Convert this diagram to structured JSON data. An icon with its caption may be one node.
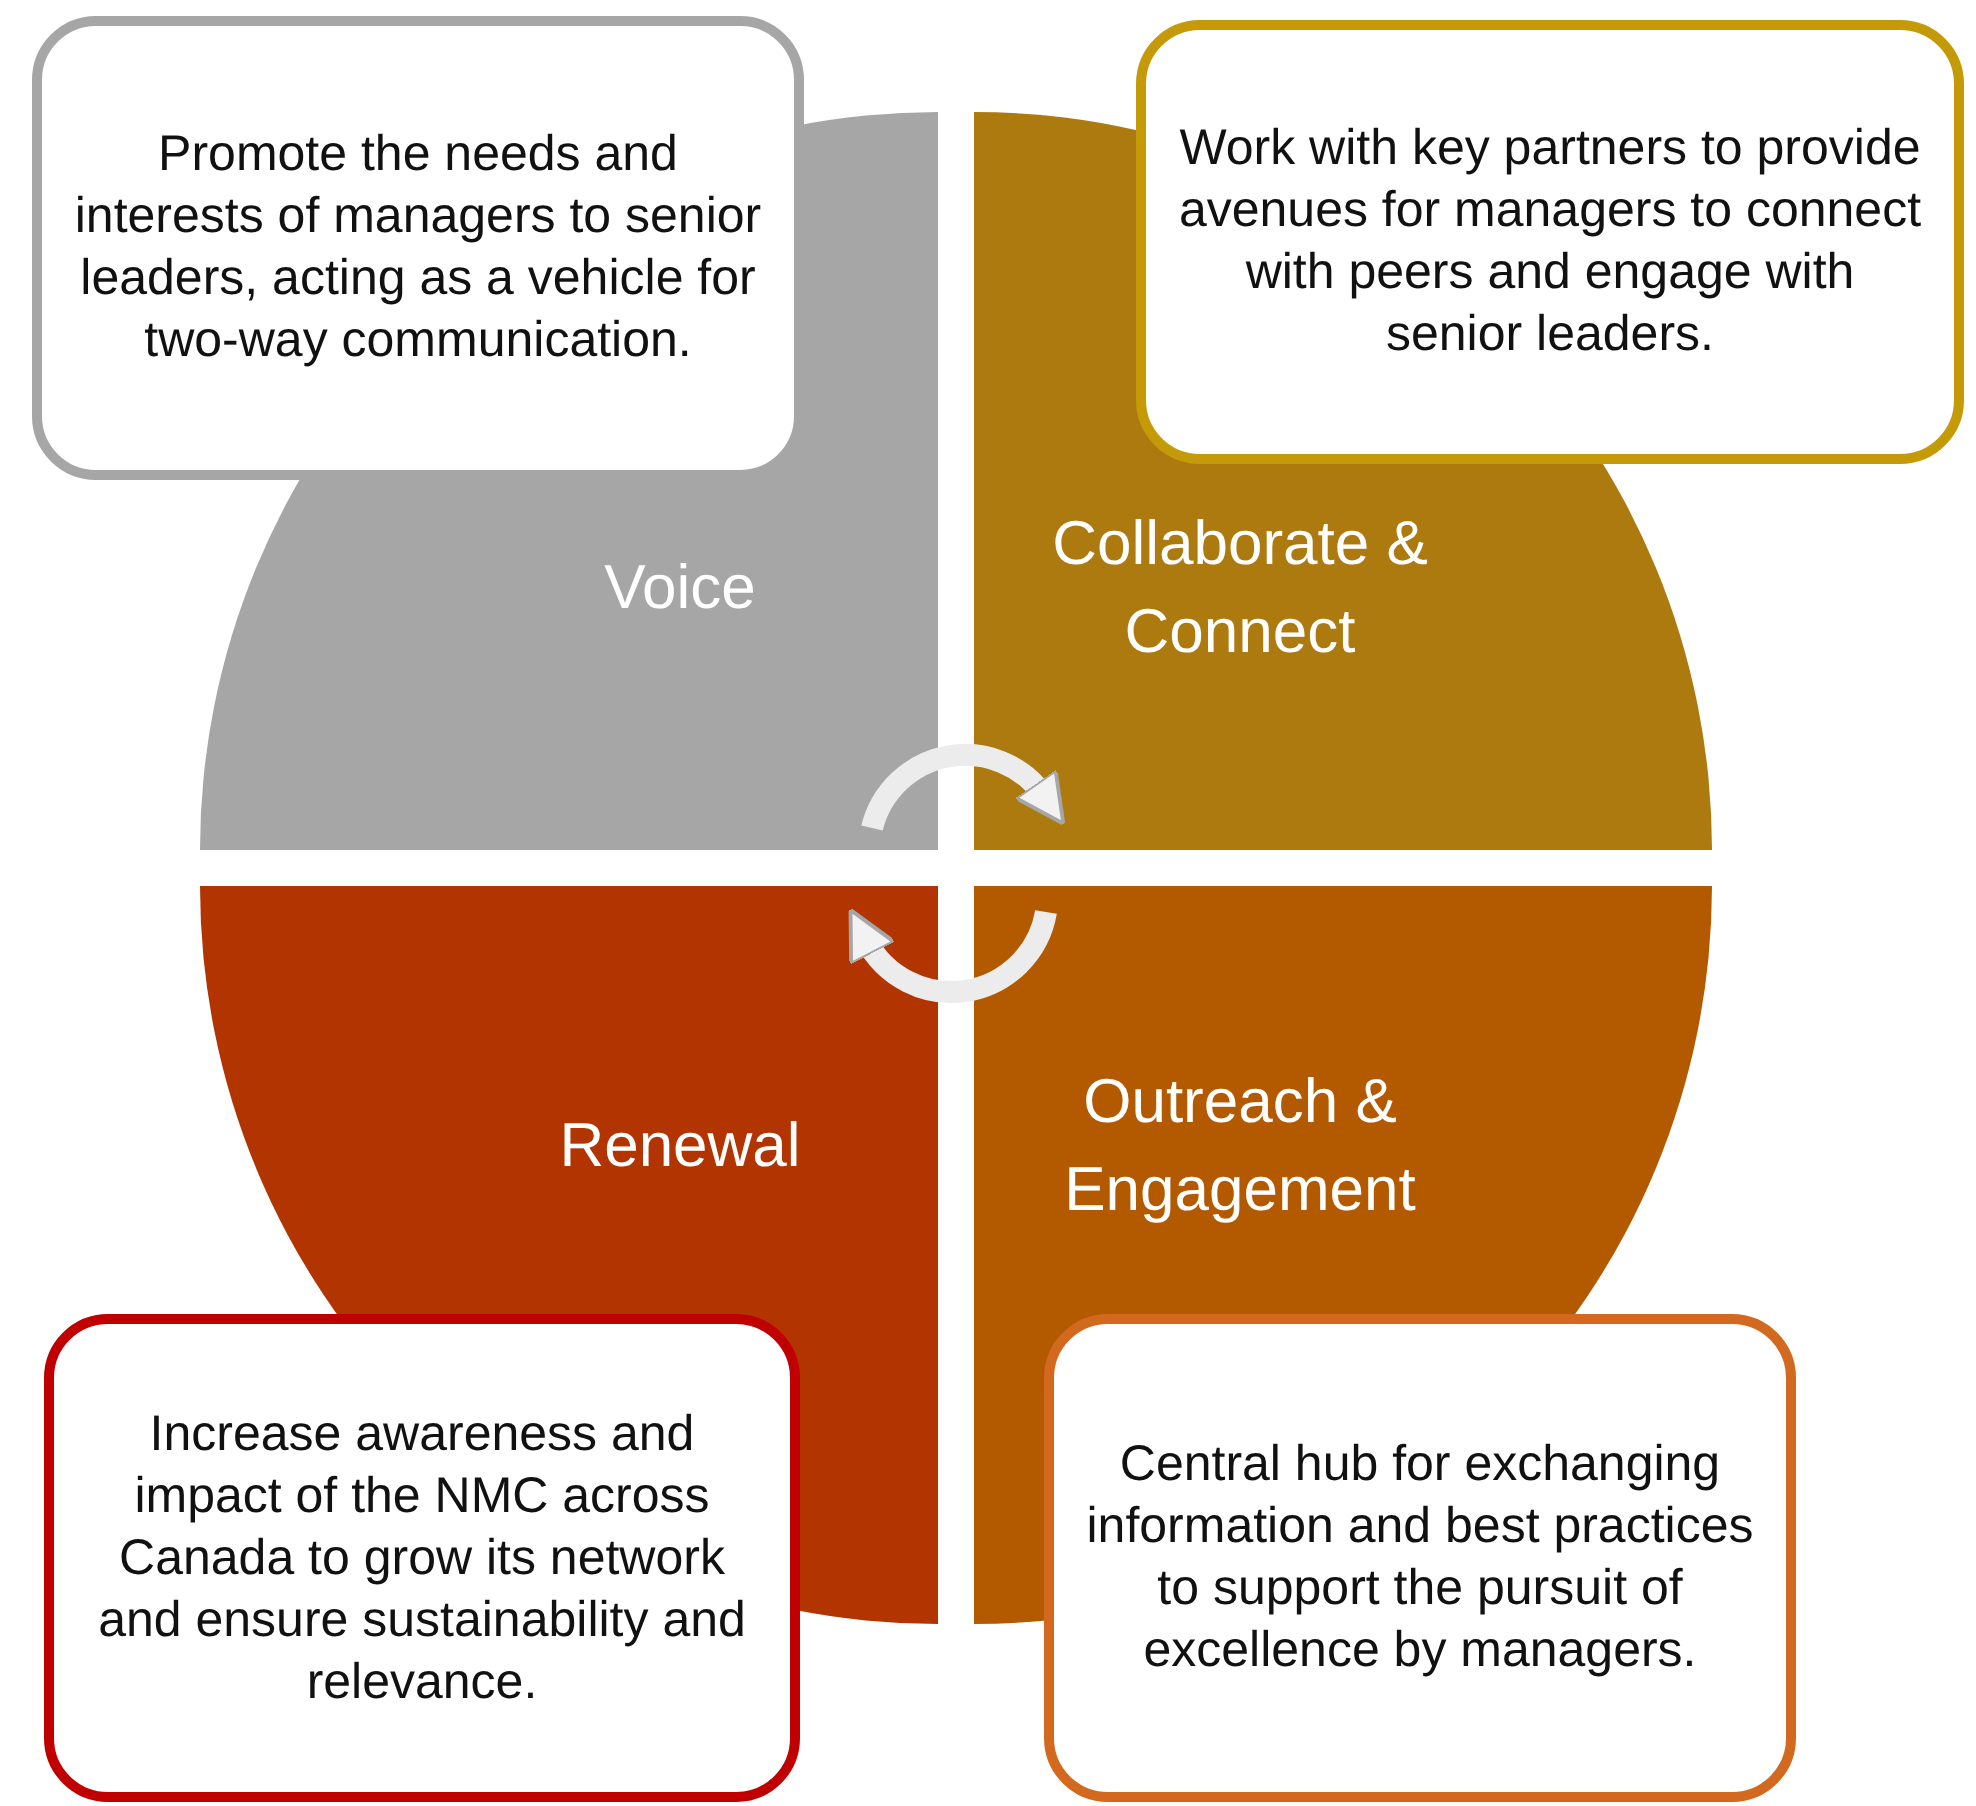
{
  "diagram": {
    "nodes": [
      {
        "text": [
          "Promote the needs and interests of managers to senior leaders, acting as a vehicle for two-way communication."
        ]
      },
      {
        "text": [
          "Work with key partners to provide avenues for managers to connect with peers and engage with senior leaders."
        ]
      },
      {
        "text": [
          "Voice"
        ]
      },
      {
        "text": [
          "Collaborate & Connect"
        ]
      },
      {
        "text": [
          "Renewal"
        ]
      },
      {
        "text": [
          "Outreach & Engagement"
        ]
      },
      {
        "text": [
          "Increase awareness and impact of the NMC across Canada to grow its network and ensure sustainability and relevance."
        ]
      },
      {
        "text": [
          "Central hub for exchanging information and best practices to support the pursuit of excellence by managers."
        ]
      }
    ],
    "edges": [
      {
        "from": 2,
        "to": 3,
        "arrow": "to"
      },
      {
        "from": 5,
        "to": 4,
        "arrow": "to"
      }
    ]
  }
}
